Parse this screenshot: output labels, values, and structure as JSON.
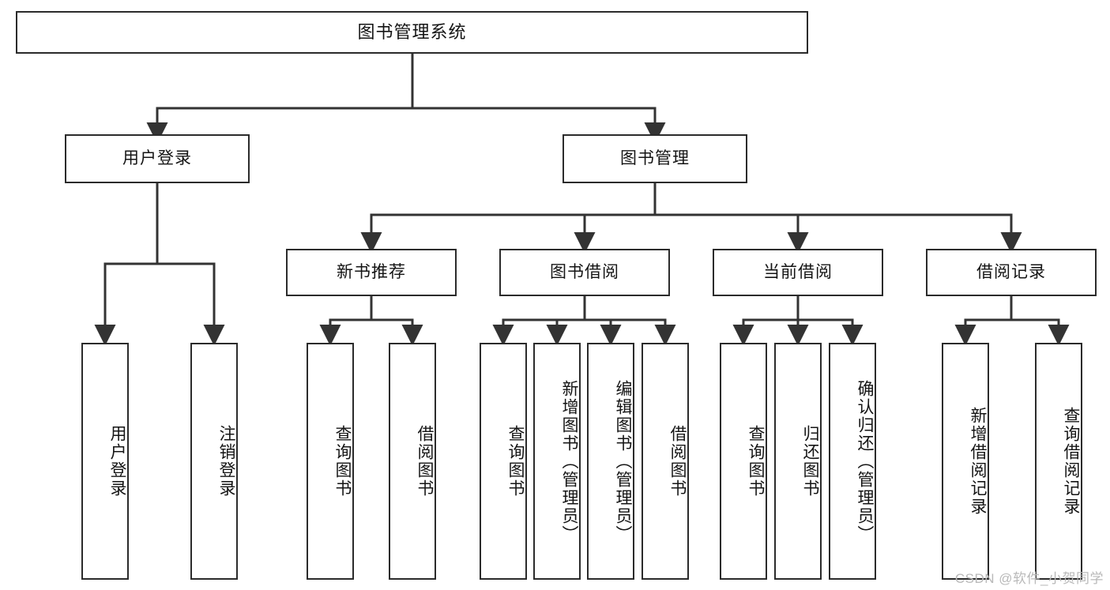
{
  "diagram": {
    "title": "图书管理系统",
    "type": "tree",
    "watermark": "CSDN @软件_小贺同学",
    "colors": {
      "node_border": "#2b2b2b",
      "node_fill": "#ffffff",
      "connector": "#333333",
      "text": "#141414",
      "watermark": "#b9b9b9",
      "background": "#ffffff"
    },
    "root": {
      "label": "图书管理系统"
    },
    "level2": [
      {
        "label": "用户登录"
      },
      {
        "label": "图书管理"
      }
    ],
    "level3": [
      {
        "label": "新书推荐"
      },
      {
        "label": "图书借阅"
      },
      {
        "label": "当前借阅"
      },
      {
        "label": "借阅记录"
      }
    ],
    "leaves": {
      "user_login": [
        {
          "label": "用户登录"
        },
        {
          "label": "注销登录"
        }
      ],
      "new_book_recommend": [
        {
          "label": "查询图书"
        },
        {
          "label": "借阅图书"
        }
      ],
      "book_borrow": [
        {
          "label": "查询图书"
        },
        {
          "label": "新增图书（管理员）"
        },
        {
          "label": "编辑图书（管理员）"
        },
        {
          "label": "借阅图书"
        }
      ],
      "current_borrow": [
        {
          "label": "查询图书"
        },
        {
          "label": "归还图书"
        },
        {
          "label": "确认归还（管理员）"
        }
      ],
      "borrow_record": [
        {
          "label": "新增借阅记录"
        },
        {
          "label": "查询借阅记录"
        }
      ]
    }
  }
}
